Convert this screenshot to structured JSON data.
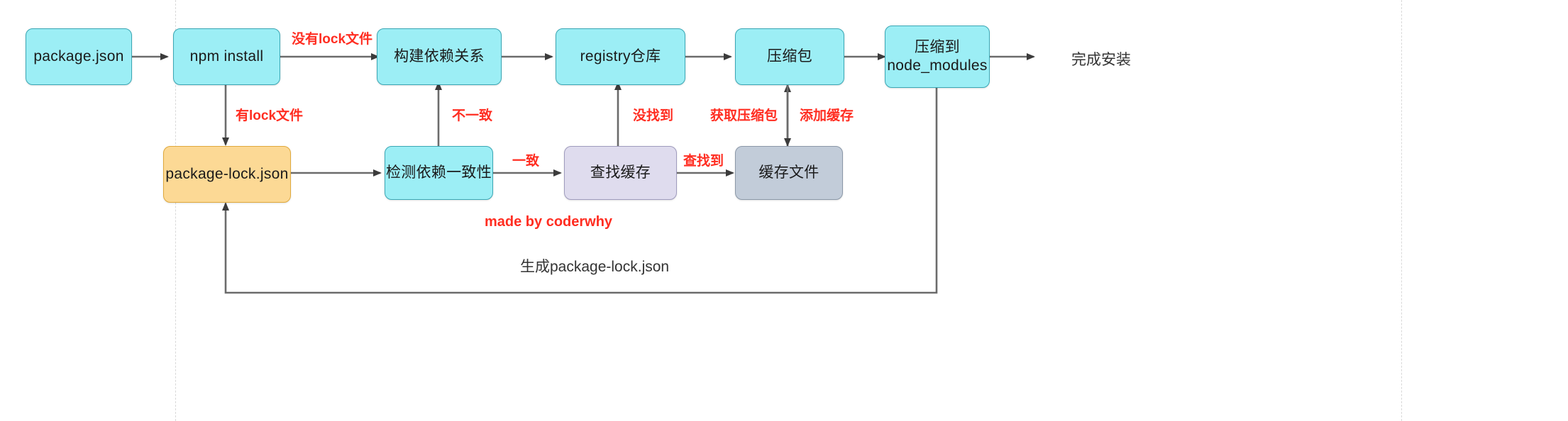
{
  "diagram": {
    "title": "npm install flow",
    "watermark": "made by coderwhy",
    "colors": {
      "cyan": "#9ceef5",
      "cyan_border": "#3aa7b5",
      "orange": "#fcd995",
      "orange_border": "#e0a93c",
      "purple": "#dfdcee",
      "purple_border": "#9f9bbd",
      "steel": "#c2ccd9",
      "steel_border": "#8b98a8",
      "label_red": "#ff2d21",
      "arrow": "#6b6b6b",
      "text": "#1a1a1a",
      "background": "#ffffff"
    },
    "nodes": [
      {
        "id": "package-json",
        "label": "package.json",
        "style": "cyan"
      },
      {
        "id": "npm-install",
        "label": "npm install",
        "style": "cyan"
      },
      {
        "id": "build-deps",
        "label": "构建依赖关系",
        "style": "cyan"
      },
      {
        "id": "registry",
        "label": "registry仓库",
        "style": "cyan"
      },
      {
        "id": "tarball",
        "label": "压缩包",
        "style": "cyan"
      },
      {
        "id": "extract-node-modules",
        "label": "压缩到\nnode_modules",
        "style": "cyan"
      },
      {
        "id": "package-lock-json",
        "label": "package-lock.json",
        "style": "orange"
      },
      {
        "id": "check-consistency",
        "label": "检测依赖一致性",
        "style": "cyan"
      },
      {
        "id": "find-cache",
        "label": "查找缓存",
        "style": "purple"
      },
      {
        "id": "cache-file",
        "label": "缓存文件",
        "style": "steel"
      }
    ],
    "terminal": {
      "id": "finish",
      "label": "完成安装"
    },
    "edge_labels": [
      {
        "id": "no-lock-file",
        "text": "没有lock文件"
      },
      {
        "id": "has-lock-file",
        "text": "有lock文件"
      },
      {
        "id": "inconsistent",
        "text": "不一致"
      },
      {
        "id": "consistent",
        "text": "一致"
      },
      {
        "id": "not-found",
        "text": "没找到"
      },
      {
        "id": "found",
        "text": "查找到"
      },
      {
        "id": "fetch-tarball",
        "text": "获取压缩包"
      },
      {
        "id": "add-cache",
        "text": "添加缓存"
      },
      {
        "id": "generate-lock",
        "text": "生成package-lock.json"
      }
    ]
  }
}
